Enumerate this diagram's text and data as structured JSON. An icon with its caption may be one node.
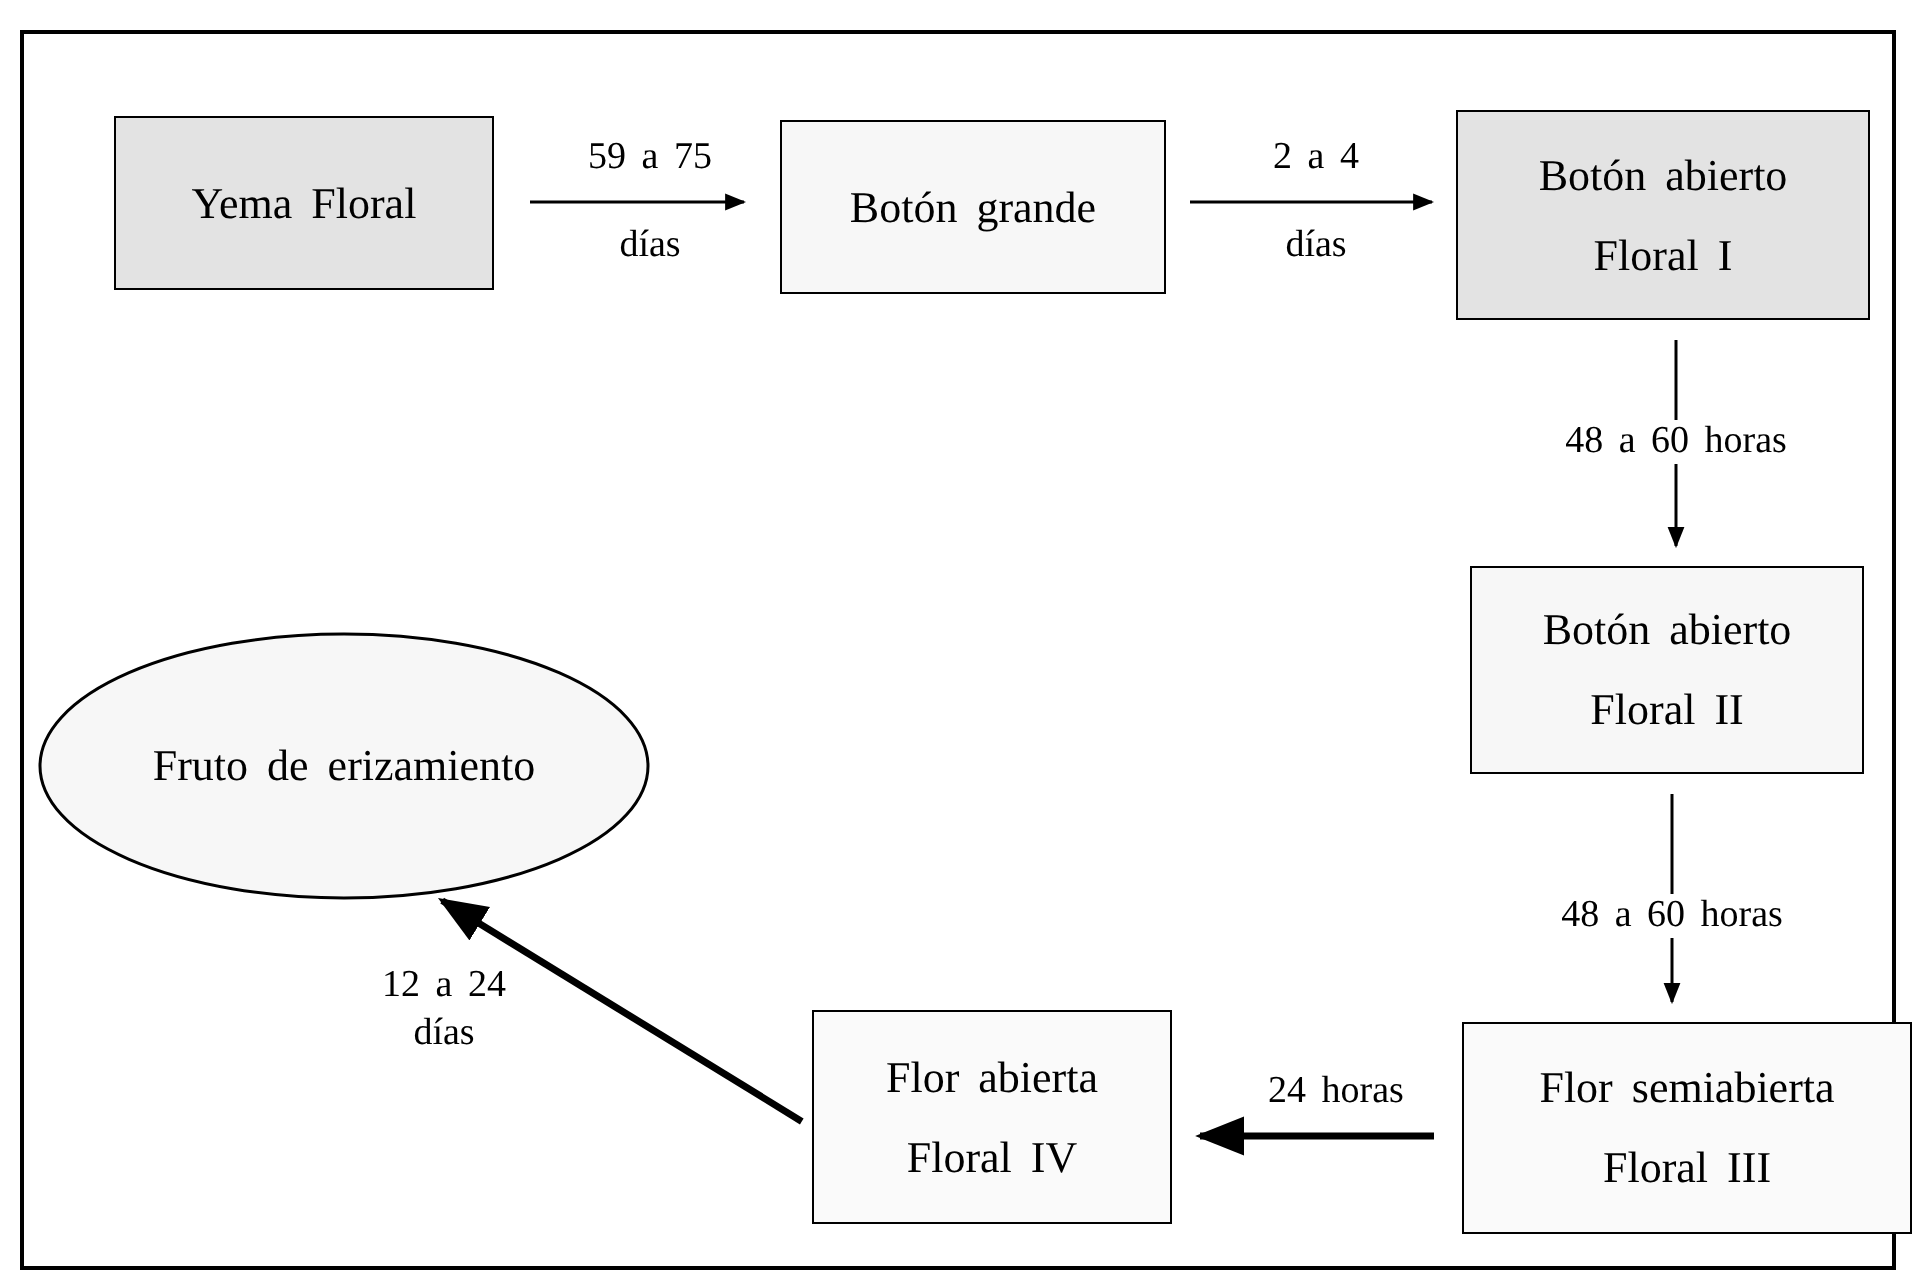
{
  "diagram": {
    "nodes": [
      {
        "text": [
          "Yema Floral"
        ]
      },
      {
        "text": [
          "Botón grande"
        ]
      },
      {
        "text": [
          "Botón abierto Floral I"
        ]
      },
      {
        "text": [
          "Botón abierto Floral II"
        ]
      },
      {
        "text": [
          "Flor semiabierta Floral III"
        ]
      },
      {
        "text": [
          "Flor abierta Floral IV"
        ]
      },
      {
        "text": [
          "Fruto de erizamiento"
        ]
      }
    ],
    "edges": [
      {
        "from": 0,
        "to": 1,
        "arrow": "to",
        "label": "59 a 75 días"
      },
      {
        "from": 1,
        "to": 2,
        "arrow": "to",
        "label": "2 a 4 días"
      },
      {
        "from": 2,
        "to": 3,
        "arrow": "to",
        "label": "48 a 60 horas"
      },
      {
        "from": 3,
        "to": 4,
        "arrow": "to",
        "label": "48 a 60 horas"
      },
      {
        "from": 4,
        "to": 5,
        "arrow": "to",
        "label": "24 horas",
        "style": "thick"
      },
      {
        "from": 5,
        "to": 6,
        "arrow": "to",
        "label": "12 a 24 días",
        "style": "thick"
      }
    ]
  }
}
